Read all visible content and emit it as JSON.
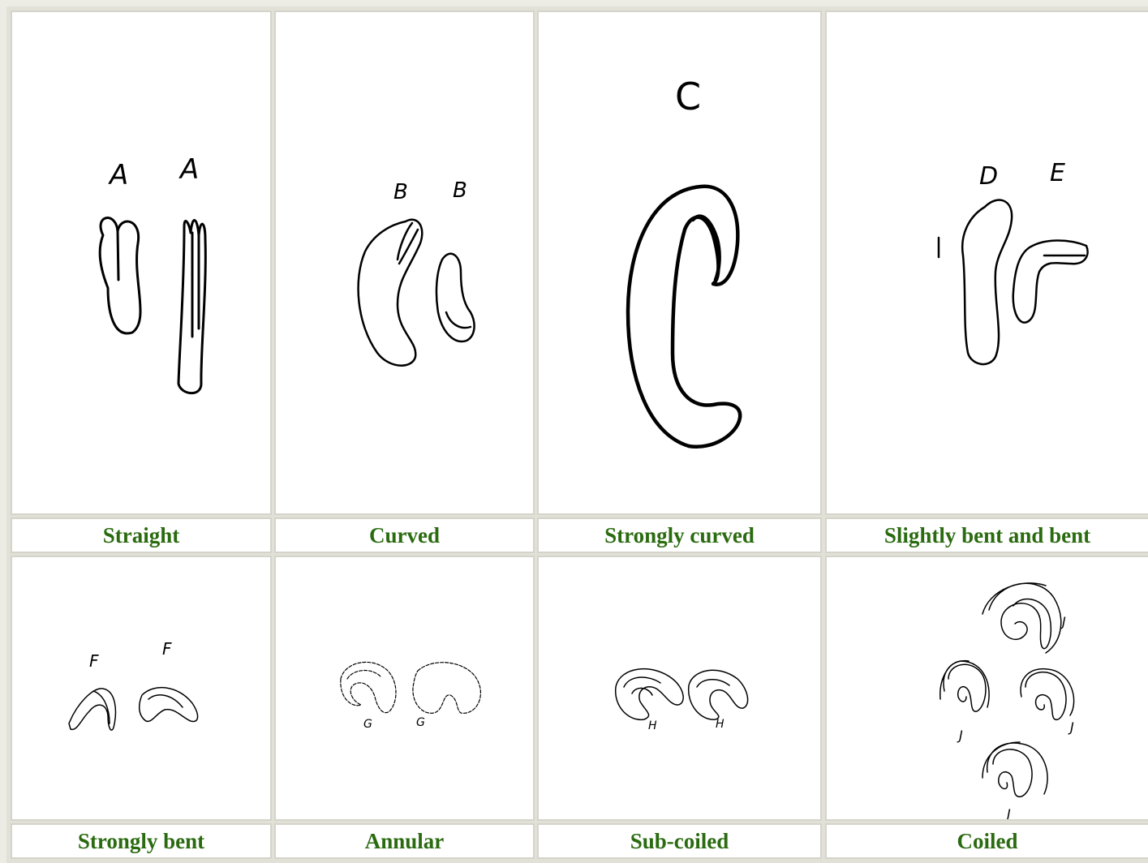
{
  "panels": [
    {
      "label": "Straight",
      "letters": [
        "A",
        "A"
      ]
    },
    {
      "label": "Curved",
      "letters": [
        "B",
        "B"
      ]
    },
    {
      "label": "Strongly curved",
      "letters": [
        "C"
      ]
    },
    {
      "label": "Slightly bent and bent",
      "letters": [
        "D",
        "E"
      ]
    },
    {
      "label": "Strongly bent",
      "letters": [
        "F",
        "F"
      ]
    },
    {
      "label": "Annular",
      "letters": [
        "G",
        "G"
      ]
    },
    {
      "label": "Sub-coiled",
      "letters": [
        "H",
        "H"
      ]
    },
    {
      "label": "Coiled",
      "letters": [
        "J",
        "J",
        "J",
        "J"
      ]
    }
  ],
  "colors": {
    "label": "#2a6b10",
    "cell_border": "#d5d4cb",
    "page_bg": "#ecebe4"
  }
}
